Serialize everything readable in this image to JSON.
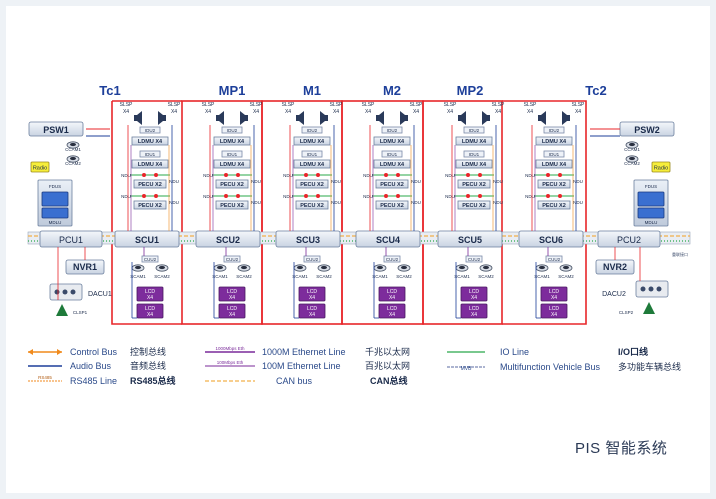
{
  "cars": [
    "Tc1",
    "MP1",
    "M1",
    "M2",
    "MP2",
    "Tc2"
  ],
  "scu": [
    "SCU1",
    "SCU2",
    "SCU3",
    "SCU4",
    "SCU5",
    "SCU6"
  ],
  "pcu": [
    "PCU1",
    "PCU2"
  ],
  "psw": [
    "PSW1",
    "PSW2"
  ],
  "nvr": [
    "NVR1",
    "NVR2"
  ],
  "dacu": [
    "DACU1",
    "DACU2"
  ],
  "clsp": "CLSP1",
  "clsp2": "CLSP2",
  "radio": "Radio",
  "fdus": "FDUS",
  "mdlu": "MDLU",
  "slsp": "SLSP",
  "x4": "X4",
  "x2": "X2",
  "idu": "IDU2",
  "idu1": "IDU1",
  "ldmu": "LDMU X4",
  "pecu": "PECU X2",
  "ndu": "NDU",
  "cuu": "CUU",
  "cuu2": "CUU2",
  "scam1": "SCAM1",
  "scam2": "SCAM2",
  "ccam1": "CCAM1",
  "ccam2": "CCAM2",
  "lcd": "LCD",
  "tiny_note": "重联接口",
  "legend": {
    "control_bus": "Control Bus",
    "control_bus_cn": "控制总线",
    "audio_bus": "Audio Bus",
    "audio_bus_cn": "音频总线",
    "rs485_tag": "RS485",
    "rs485": "RS485 Line",
    "rs485_cn": "RS485总线",
    "eth1000_tag": "1000Mbps Eth",
    "eth1000": "1000M Ethernet Line",
    "eth1000_cn": "千兆以太网",
    "eth100_tag": "100Mbps Eth",
    "eth100": "100M Ethernet Line",
    "eth100_cn": "百兆以太网",
    "can": "CAN bus",
    "can_cn": "CAN总线",
    "io": "IO Line",
    "io_cn": "I/O口线",
    "mvb_tag": "MVB",
    "mvb": "Multifunction Vehicle Bus",
    "mvb_cn": "多功能车辆总线"
  },
  "caption": "PIS 智能系统",
  "colors": {
    "red": "#e8262a",
    "blue": "#1d3f9a",
    "orange": "#f08a1c",
    "green": "#29a84a",
    "purple": "#7a2a9a",
    "cyan": "#3aa8c8"
  }
}
